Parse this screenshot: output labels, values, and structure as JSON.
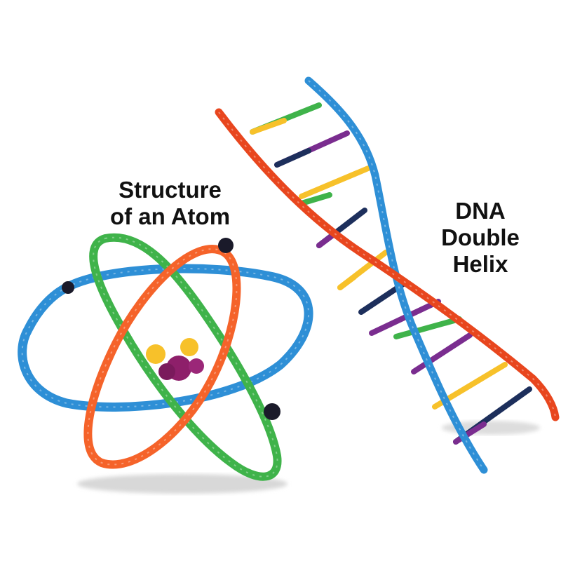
{
  "atom_caption": {
    "line1": "Structure",
    "line2": "of an Atom"
  },
  "dna_caption": {
    "line1": "DNA",
    "line2": "Double",
    "line3": "Helix"
  },
  "colors": {
    "blue": "#2e8fd6",
    "green": "#3fb34a",
    "orange": "#f5632a",
    "red_strand": "#e8461e",
    "yellow": "#f7c12a",
    "purple": "#7a2d8f",
    "navy": "#1d2f5c",
    "magenta": "#8e1f6a",
    "knot": "#1a1a2a"
  },
  "icons": [
    "atom-model",
    "dna-helix-model"
  ]
}
